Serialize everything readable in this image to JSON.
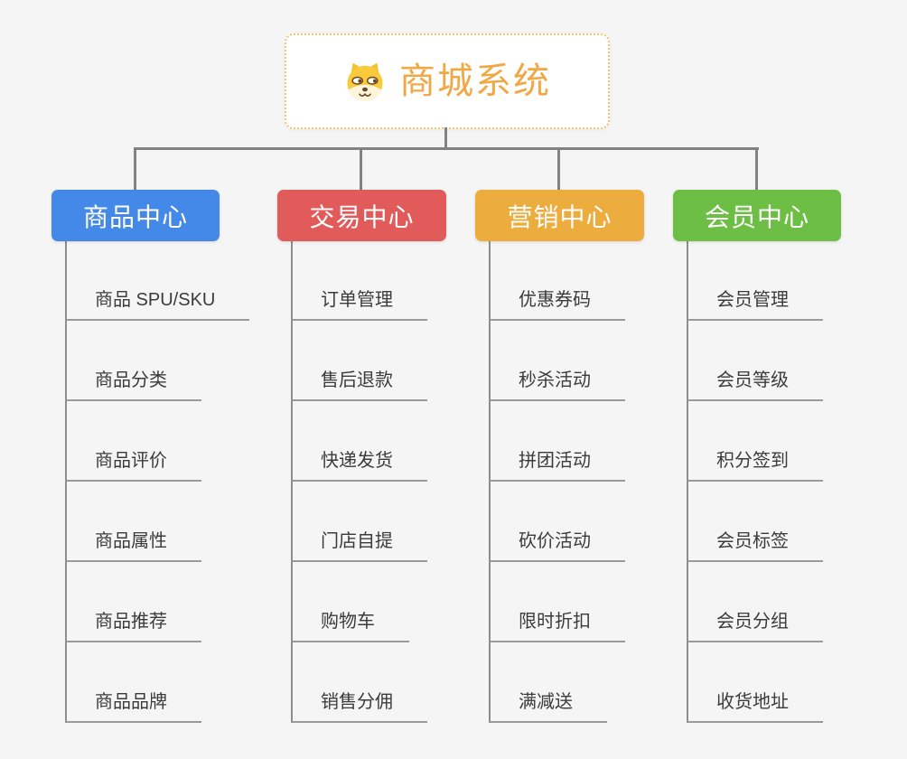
{
  "root": {
    "title": "商城系统",
    "icon": "shiba-dog-icon",
    "text_color": "#f0a845",
    "border_color": "#f3c36b",
    "bg": "#ffffff"
  },
  "connector_color": "#828282",
  "branches": [
    {
      "label": "商品中心",
      "color": "#4589e8",
      "items": [
        "商品 SPU/SKU",
        "商品分类",
        "商品评价",
        "商品属性",
        "商品推荐",
        "商品品牌"
      ]
    },
    {
      "label": "交易中心",
      "color": "#e25b5b",
      "items": [
        "订单管理",
        "售后退款",
        "快递发货",
        "门店自提",
        "购物车",
        "销售分佣"
      ]
    },
    {
      "label": "营销中心",
      "color": "#edac3e",
      "items": [
        "优惠券码",
        "秒杀活动",
        "拼团活动",
        "砍价活动",
        "限时折扣",
        "满减送"
      ]
    },
    {
      "label": "会员中心",
      "color": "#6dbe44",
      "items": [
        "会员管理",
        "会员等级",
        "积分签到",
        "会员标签",
        "会员分组",
        "收货地址"
      ]
    }
  ]
}
